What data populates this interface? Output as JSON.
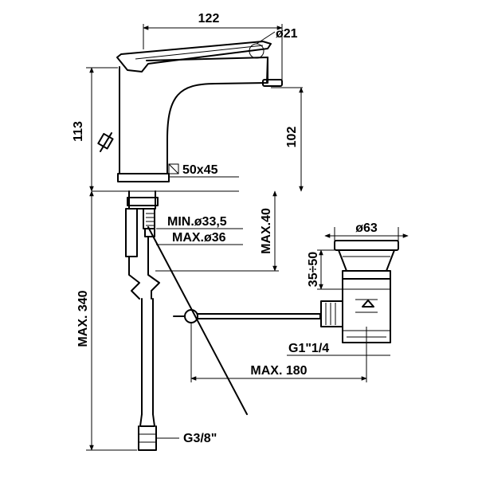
{
  "dimensions": {
    "spout_length": "122",
    "spout_diameter": "ø21",
    "total_height": "113",
    "spout_height": "102",
    "base_plate": "50x45",
    "hole_min": "MIN.ø33,5",
    "hole_max": "MAX.ø36",
    "deck_max": "MAX.40",
    "hose_length": "MAX. 340",
    "waste_diameter": "ø63",
    "waste_height": "35÷50",
    "waste_thread": "G1\"1/4",
    "rod_length": "MAX. 180",
    "hose_thread": "G3/8\""
  }
}
